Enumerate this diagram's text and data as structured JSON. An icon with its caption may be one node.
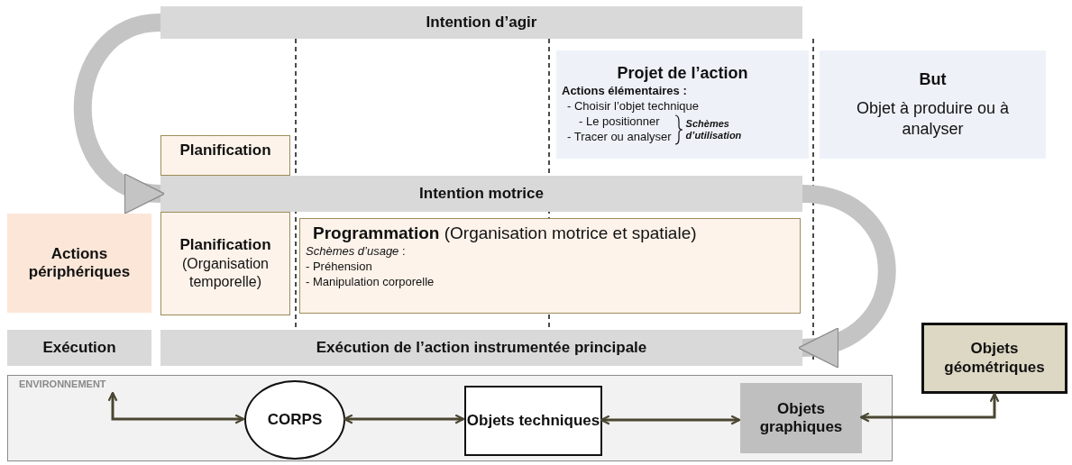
{
  "diagram": {
    "nodes": [
      {
        "text": [
          "Intention d’agir"
        ]
      },
      {
        "text": [
          "Projet de l’action",
          "Actions élémentaires :",
          "- Choisir l’objet technique",
          "- Le positionner",
          "- Tracer ou analyser",
          "Schèmes d’utilisation"
        ]
      },
      {
        "text": [
          "But",
          "Objet à produire ou à analyser"
        ]
      },
      {
        "text": [
          "Planification"
        ]
      },
      {
        "text": [
          "Intention motrice"
        ]
      },
      {
        "text": [
          "Actions périphériques"
        ]
      },
      {
        "text": [
          "Planification",
          "(Organisation temporelle)"
        ]
      },
      {
        "text": [
          "**Programmation** (Organisation motrice et spatiale)",
          "*Schèmes d’usage* :",
          "- Préhension",
          "- Manipulation corporelle"
        ]
      },
      {
        "text": [
          "Exécution"
        ]
      },
      {
        "text": [
          "Exécution de l’action instrumentée principale"
        ]
      },
      {
        "text": [
          "ENVIRONNEMENT"
        ]
      },
      {
        "text": [
          "CORPS"
        ],
        "in": 10
      },
      {
        "text": [
          "Objets techniques"
        ],
        "in": 10
      },
      {
        "text": [
          "Objets graphiques"
        ],
        "in": 10
      },
      {
        "text": [
          "Objets géométriques"
        ]
      }
    ],
    "edges": [
      {
        "from": 0,
        "to": 4,
        "arrow": "to",
        "style": "thick",
        "color": "#c4c4c4"
      },
      {
        "from": 4,
        "to": 9,
        "arrow": "to",
        "style": "thick",
        "color": "#c4c4c4"
      },
      {
        "from": 11,
        "to": 10,
        "arrow": "both"
      },
      {
        "from": 11,
        "to": 12,
        "arrow": "both"
      },
      {
        "from": 12,
        "to": 13,
        "arrow": "both"
      },
      {
        "from": 13,
        "to": 14,
        "arrow": "both"
      }
    ]
  }
}
